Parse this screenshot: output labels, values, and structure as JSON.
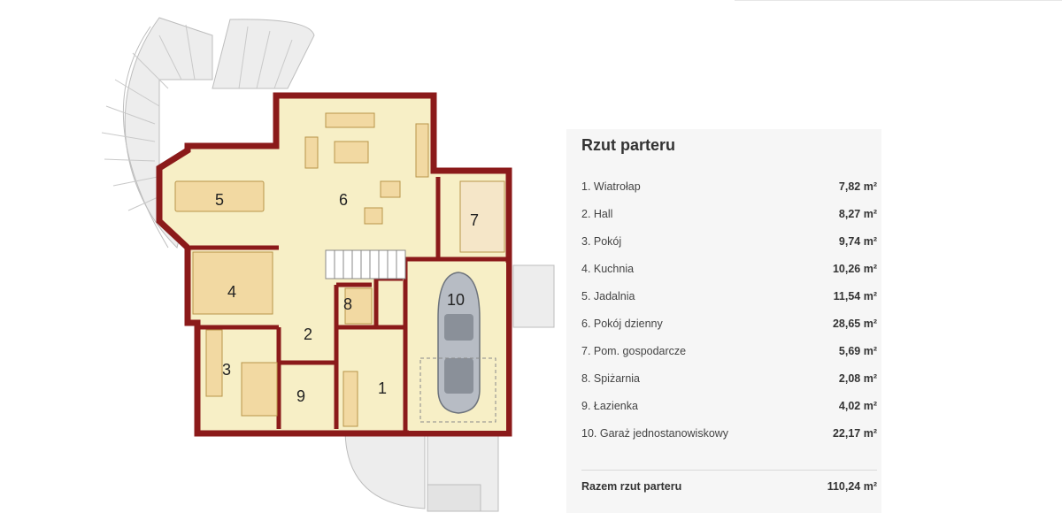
{
  "legend": {
    "title": "Rzut parteru",
    "rooms": [
      {
        "name": "1. Wiatrołap",
        "area": "7,82 m²"
      },
      {
        "name": "2. Hall",
        "area": "8,27 m²"
      },
      {
        "name": "3. Pokój",
        "area": "9,74 m²"
      },
      {
        "name": "4. Kuchnia",
        "area": "10,26 m²"
      },
      {
        "name": "5. Jadalnia",
        "area": "11,54 m²"
      },
      {
        "name": "6. Pokój dzienny",
        "area": "28,65 m²"
      },
      {
        "name": "7. Pom. gospodarcze",
        "area": "5,69 m²"
      },
      {
        "name": "8. Spiżarnia",
        "area": "2,08 m²"
      },
      {
        "name": "9. Łazienka",
        "area": "4,02 m²"
      },
      {
        "name": "10. Garaż jednostanowiskowy",
        "area": "22,17 m²"
      }
    ],
    "total_label": "Razem rzut parteru",
    "total_value": "110,24 m²"
  },
  "plan": {
    "room_numbers": [
      "1",
      "2",
      "3",
      "4",
      "5",
      "6",
      "7",
      "8",
      "9",
      "10"
    ],
    "colors": {
      "wall": "#8b1a1a",
      "floor": "#f7efc6",
      "terrace": "#eeeeee",
      "furniture": "#f2d9a2"
    }
  }
}
